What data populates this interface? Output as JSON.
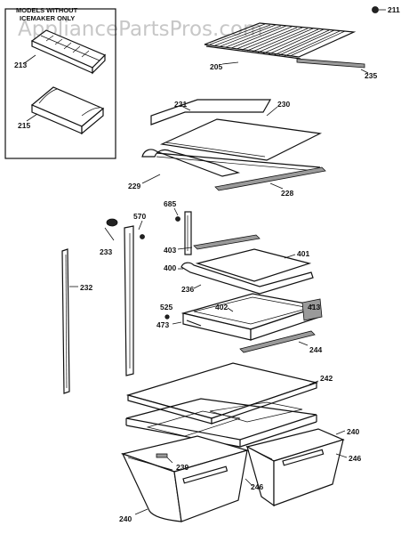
{
  "watermark": "AppliancePartsPros.com",
  "inset": {
    "heading_line1": "MODELS WITHOUT",
    "heading_line2": "ICEMAKER ONLY"
  },
  "callouts": {
    "p211": "211",
    "p205": "205",
    "p235": "235",
    "p213": "213",
    "p215": "215",
    "p231": "231",
    "p230": "230",
    "p229": "229",
    "p228": "228",
    "p685": "685",
    "p570": "570",
    "p233": "233",
    "p403": "403",
    "p401": "401",
    "p400": "400",
    "p232": "232",
    "p236": "236",
    "p525": "525",
    "p402": "402",
    "p413": "413",
    "p473": "473",
    "p244": "244",
    "p242": "242",
    "p240a": "240",
    "p246a": "246",
    "p239": "239",
    "p246b": "246",
    "p240b": "240"
  }
}
